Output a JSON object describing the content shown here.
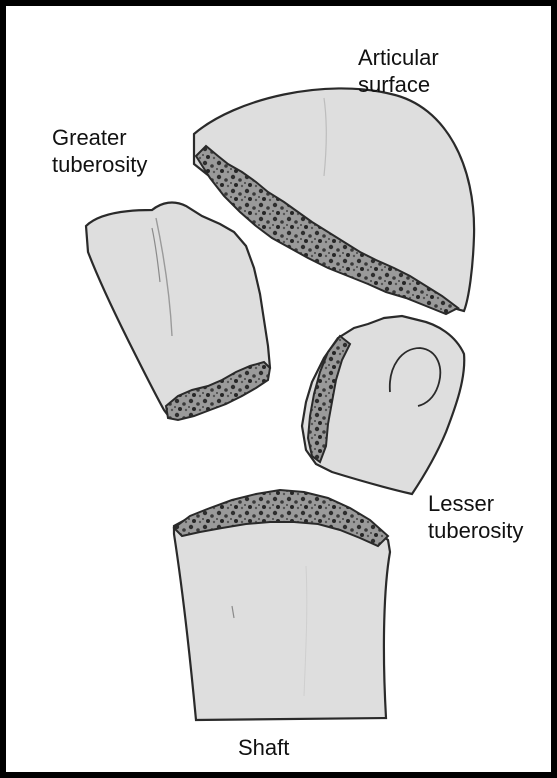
{
  "labels": {
    "articular_surface": "Articular\nsurface",
    "greater_tuberosity": "Greater\ntuberosity",
    "lesser_tuberosity": "Lesser\ntuberosity",
    "shaft": "Shaft"
  },
  "colors": {
    "frame": "#000000",
    "background": "#ffffff",
    "bone_fill": "#dcdcdc",
    "outline": "#2a2a2a",
    "cancellous": "#4a4a4a"
  }
}
